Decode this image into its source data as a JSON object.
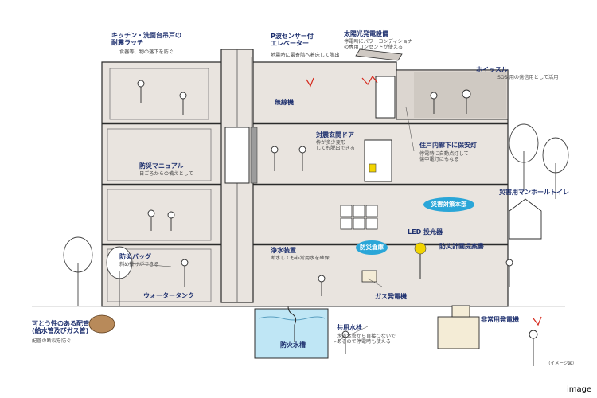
{
  "labels": {
    "kitchen_title": "キッチン・洗面台吊戸の\n耐震ラッチ",
    "kitchen_sub": "食器等、物の落下を防ぐ",
    "elevator_title": "P波センサー付\nエレベーター",
    "elevator_sub": "地震時に最寄階へ着床して脱出",
    "solar_title": "太陽光発電設備",
    "solar_sub": "停電時にパワーコンディショナー\nの専用コンセントが使える",
    "whistle_title": "ホイッスル",
    "whistle_sub": "SOS 用の発信用として活用",
    "radio_title": "無線機",
    "door_title": "対震玄関ドア",
    "door_sub": "枠が多少変形\nしても脱出できる",
    "hall_light_title": "住戸内廊下に保安灯",
    "hall_light_sub": "停電時に自動点灯して\n懐中電灯にもなる",
    "manual_title": "防災マニュアル",
    "manual_sub": "日ごろからの備えとして",
    "toilet_title": "災害用マンホールトイレ",
    "bag_title": "防災バッグ",
    "bag_sub": "斜め掛けができる",
    "water_tank_title": "ウォータータンク",
    "purifier_title": "浄水装置",
    "purifier_sub": "断水しても非常用水を確保",
    "led_title": "LED 投光器",
    "plan_title": "防災計画提案書",
    "generator_gas_title": "ガス発電機",
    "pipe_title": "可とう性のある配管\n(給水管及びガス管)",
    "pipe_sub": "配管の断裂を防ぐ",
    "fire_tank_title": "防火水槽",
    "faucet_title": "共用水栓",
    "faucet_sub": "水道本管から直接つないで\nあるので停電時も使える",
    "emergency_gen_title": "非常用発電機",
    "image_note": "（イメージ図）",
    "corner_text": "image"
  },
  "badges": {
    "hq": "災害対策本部",
    "warehouse": "防災倉庫"
  },
  "colors": {
    "building_fill": "#e9e4df",
    "outline": "#2b2b2b",
    "title_text": "#1d2f6e",
    "badge": "#2aa6d8",
    "accent_red": "#d62b1f",
    "water": "#bfe6f5",
    "lamp_yellow": "#f2d400"
  }
}
